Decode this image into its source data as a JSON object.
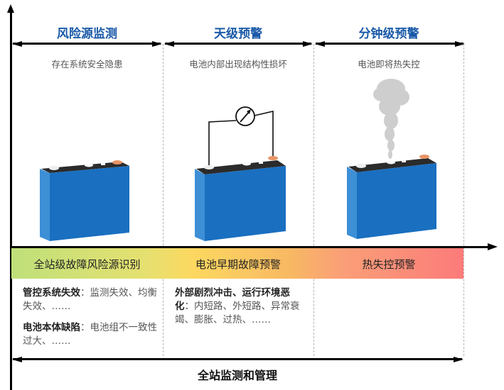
{
  "phases": [
    {
      "title": "风险源监测",
      "description": "存在系统安全隐患",
      "band_label": "全站级故障风险源识别"
    },
    {
      "title": "天级预警",
      "description": "电池内部出现结构性损坏",
      "band_label": "电池早期故障预警"
    },
    {
      "title": "分钟级预警",
      "description": "电池即将热失控",
      "band_label": "热失控预警"
    }
  ],
  "details": {
    "col1": [
      {
        "bold": "管控系统失效",
        "sep": "：",
        "text": "监测失效、均衡失效、……"
      },
      {
        "bold": "电池本体缺陷",
        "sep": "：",
        "text": "电池组不一致性过大、……"
      }
    ],
    "col2": [
      {
        "bold": "外部剧烈冲击、运行环境恶化",
        "sep": "：",
        "text": "内短路、外短路、异常衰竭、膨胀、过热、……"
      }
    ]
  },
  "bottom_title": "全站监测和管理",
  "colors": {
    "title_blue": "#1a5aa8",
    "battery_blue": "#1a74c4",
    "band_start": "#bfe07a",
    "band_mid": "#fcd860",
    "band_end": "#fb7b7a"
  }
}
